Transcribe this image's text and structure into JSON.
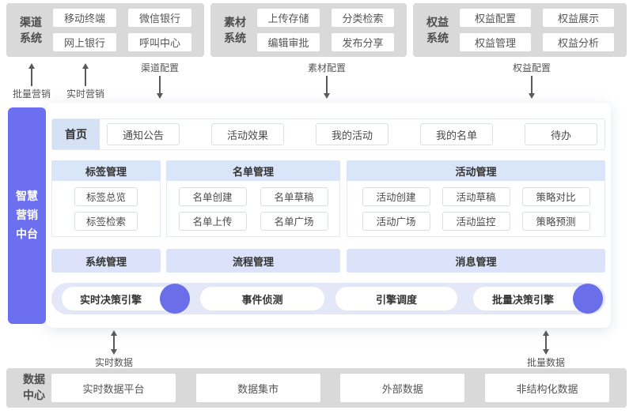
{
  "header_systems": [
    {
      "title": "渠道系统",
      "items": [
        "移动终端",
        "微信银行",
        "网上银行",
        "呼叫中心"
      ]
    },
    {
      "title": "素材系统",
      "items": [
        "上传存储",
        "分类检索",
        "编辑审批",
        "发布分享"
      ]
    },
    {
      "title": "权益系统",
      "items": [
        "权益配置",
        "权益展示",
        "权益管理",
        "权益分析"
      ]
    }
  ],
  "top_flows": [
    {
      "label": "批量营销",
      "direction": "up"
    },
    {
      "label": "实时营销",
      "direction": "up"
    },
    {
      "label": "渠道配置",
      "direction": "down"
    },
    {
      "label": "素材配置",
      "direction": "down"
    },
    {
      "label": "权益配置",
      "direction": "down"
    }
  ],
  "platform": {
    "sidebar_title": "智慧营销中台",
    "nav_home": "首页",
    "nav_items": [
      "通知公告",
      "活动效果",
      "我的活动",
      "我的名单",
      "待办"
    ],
    "sections": [
      {
        "title": "标签管理",
        "items": [
          "标签总览",
          "标签检索"
        ]
      },
      {
        "title": "名单管理",
        "items": [
          "名单创建",
          "名单草稿",
          "名单上传",
          "名单广场"
        ]
      },
      {
        "title": "活动管理",
        "items": [
          "活动创建",
          "活动草稿",
          "策略对比",
          "活动广场",
          "活动监控",
          "策略预测"
        ]
      }
    ],
    "management_bars": [
      "系统管理",
      "流程管理",
      "消息管理"
    ],
    "engines": [
      {
        "label": "实时决策引擎",
        "has_badge": true
      },
      {
        "label": "事件侦测",
        "has_badge": false
      },
      {
        "label": "引擎调度",
        "has_badge": false
      },
      {
        "label": "批量决策引擎",
        "has_badge": true
      }
    ]
  },
  "bottom_flows": [
    {
      "label": "实时数据",
      "direction": "both"
    },
    {
      "label": "批量数据",
      "direction": "both"
    }
  ],
  "data_center": {
    "title": "数据中心",
    "items": [
      "实时数据平台",
      "数据集市",
      "外部数据",
      "非结构化数据"
    ]
  },
  "colors": {
    "accent_purple": "#6C6FF0",
    "badge_purple": "#6B6EE9",
    "system_box_gray": "#D9D9D9",
    "nav_active_blue": "#D5E2F6",
    "section_header_blue": "#D9E5F8",
    "management_bar_blue": "#DBE2F9",
    "engine_bar_lavender": "#E3E7F8"
  }
}
